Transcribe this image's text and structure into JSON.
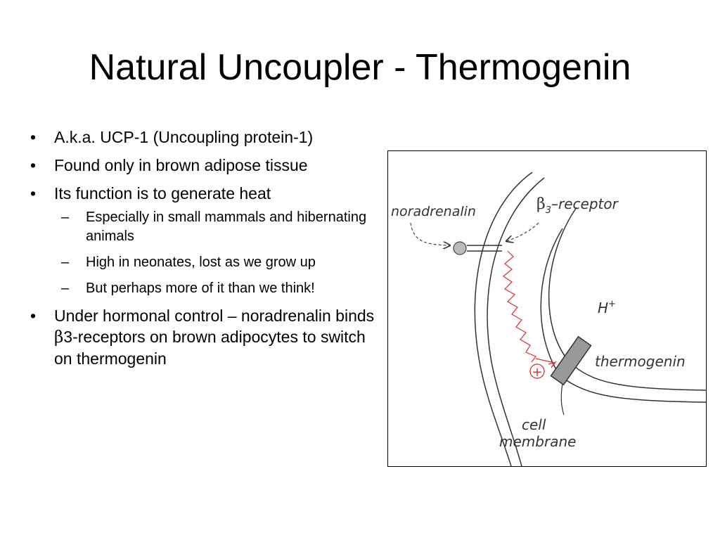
{
  "title": "Natural Uncoupler - Thermogenin",
  "bullets": [
    {
      "text": "A.k.a. UCP-1 (Uncoupling protein-1)"
    },
    {
      "text": "Found only in brown adipose tissue"
    },
    {
      "text": "Its function is to generate heat",
      "subbullets": [
        "Especially in small mammals and hibernating animals",
        "High in neonates, lost as we grow up",
        "But perhaps more of it than we think!"
      ]
    },
    {
      "text_before": "Under hormonal control – noradrenalin binds ",
      "beta": "β",
      "text_after": "3-receptors on brown adipocytes to switch on thermogenin"
    }
  ],
  "figure": {
    "labels": {
      "noradrenalin": "noradrenalin",
      "beta": "β",
      "beta_sub": "3",
      "receptor": "–receptor",
      "proton": "H",
      "proton_sup": "+",
      "plus": "+",
      "thermogenin": "thermogenin",
      "cell": "cell",
      "membrane": "membrane"
    },
    "colors": {
      "signal": "#d93030",
      "protein": "#999999"
    }
  }
}
